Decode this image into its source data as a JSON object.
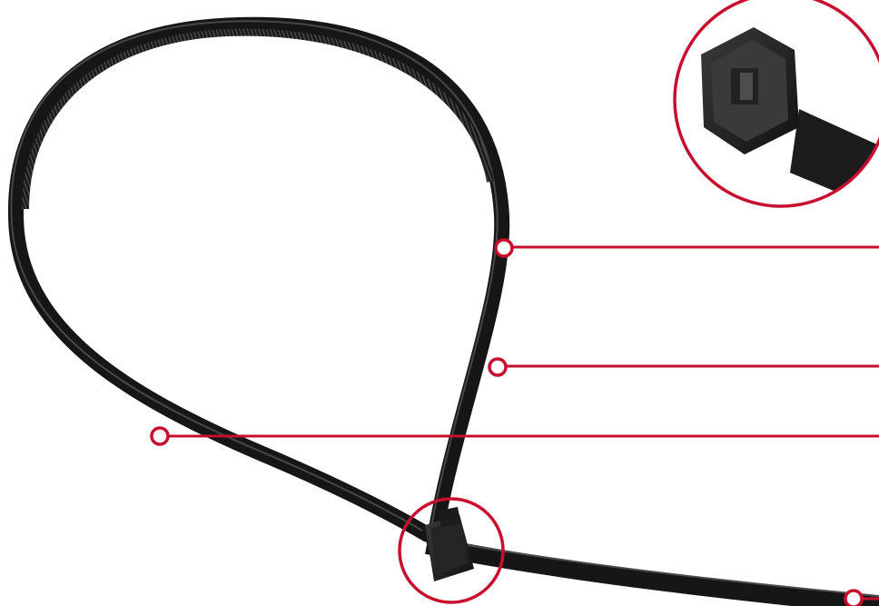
{
  "image": {
    "subject": "cable-tie",
    "colors": {
      "background": "#ffffff",
      "tie": "#161616",
      "tie_edge": "#3a3a3a",
      "tie_highlight": "#5a5a5a",
      "callout": "#c8102e"
    },
    "callouts": [
      {
        "id": "loop-outer",
        "icon": "marker-ring"
      },
      {
        "id": "loop-inner",
        "icon": "marker-ring"
      },
      {
        "id": "strap-left",
        "icon": "marker-ring"
      },
      {
        "id": "strap-tail",
        "icon": "marker-ring"
      }
    ],
    "zoom_circles": [
      {
        "id": "head-detail",
        "icon": "magnifier-circle"
      },
      {
        "id": "lock-head",
        "icon": "magnifier-circle"
      }
    ]
  }
}
